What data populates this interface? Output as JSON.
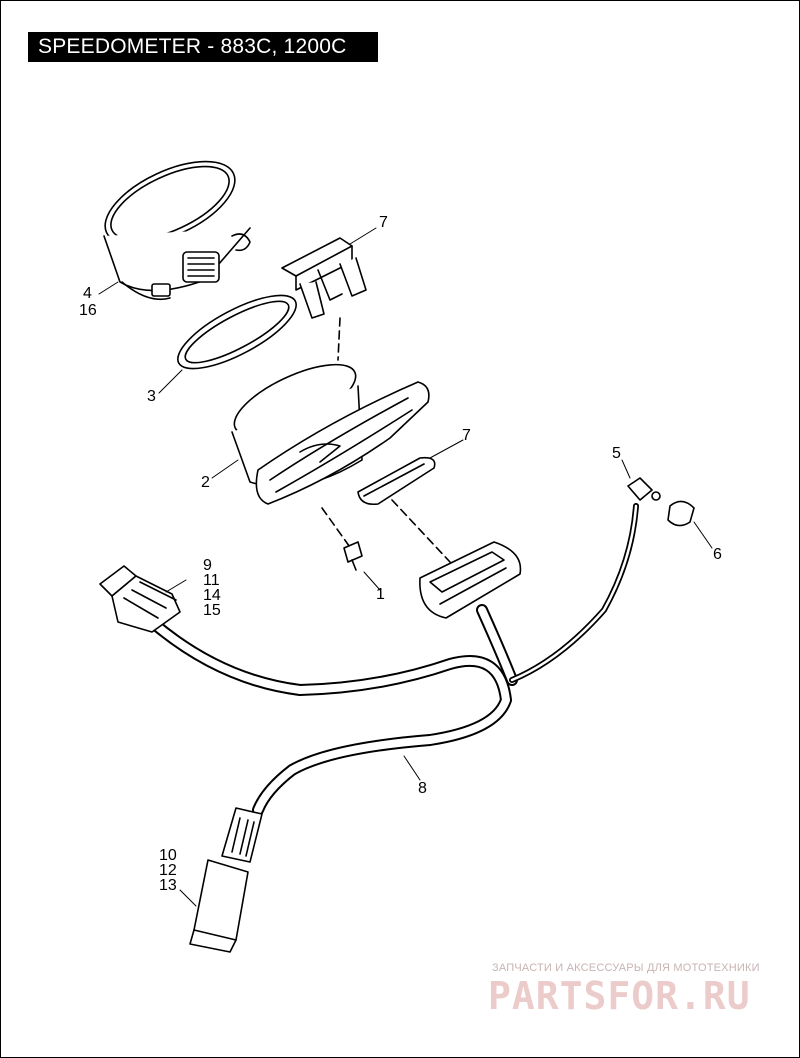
{
  "title": "SPEEDOMETER - 883C, 1200C",
  "callouts": {
    "c1": "1",
    "c2": "2",
    "c3": "3",
    "c4": "4",
    "c4b": "16",
    "c5": "5",
    "c6": "6",
    "c7a": "7",
    "c7b": "7",
    "c8": "8",
    "c9": "9",
    "c9b": "11",
    "c9c": "14",
    "c9d": "15",
    "c10": "10",
    "c10b": "12",
    "c10c": "13"
  },
  "watermark": {
    "subtitle": "ЗАПЧАСТИ И АКСЕССУАРЫ ДЛЯ МОТОТЕХНИКИ",
    "brand": "PARTSFOR.RU"
  }
}
